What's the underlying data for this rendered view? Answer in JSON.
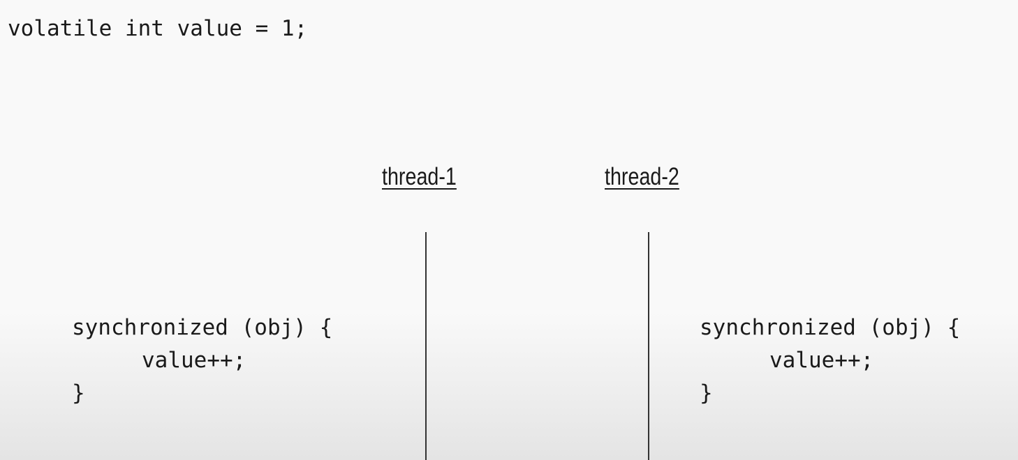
{
  "declaration": "volatile int value = 1;",
  "threads": [
    {
      "label": "thread-1",
      "code": [
        "synchronized (obj) {",
        "value++;",
        "}"
      ]
    },
    {
      "label": "thread-2",
      "code": [
        "synchronized (obj) {",
        "value++;",
        "}"
      ]
    }
  ],
  "colors": {
    "text": "#1a1a1a",
    "line": "#333333",
    "background": "#f9f9f9"
  }
}
